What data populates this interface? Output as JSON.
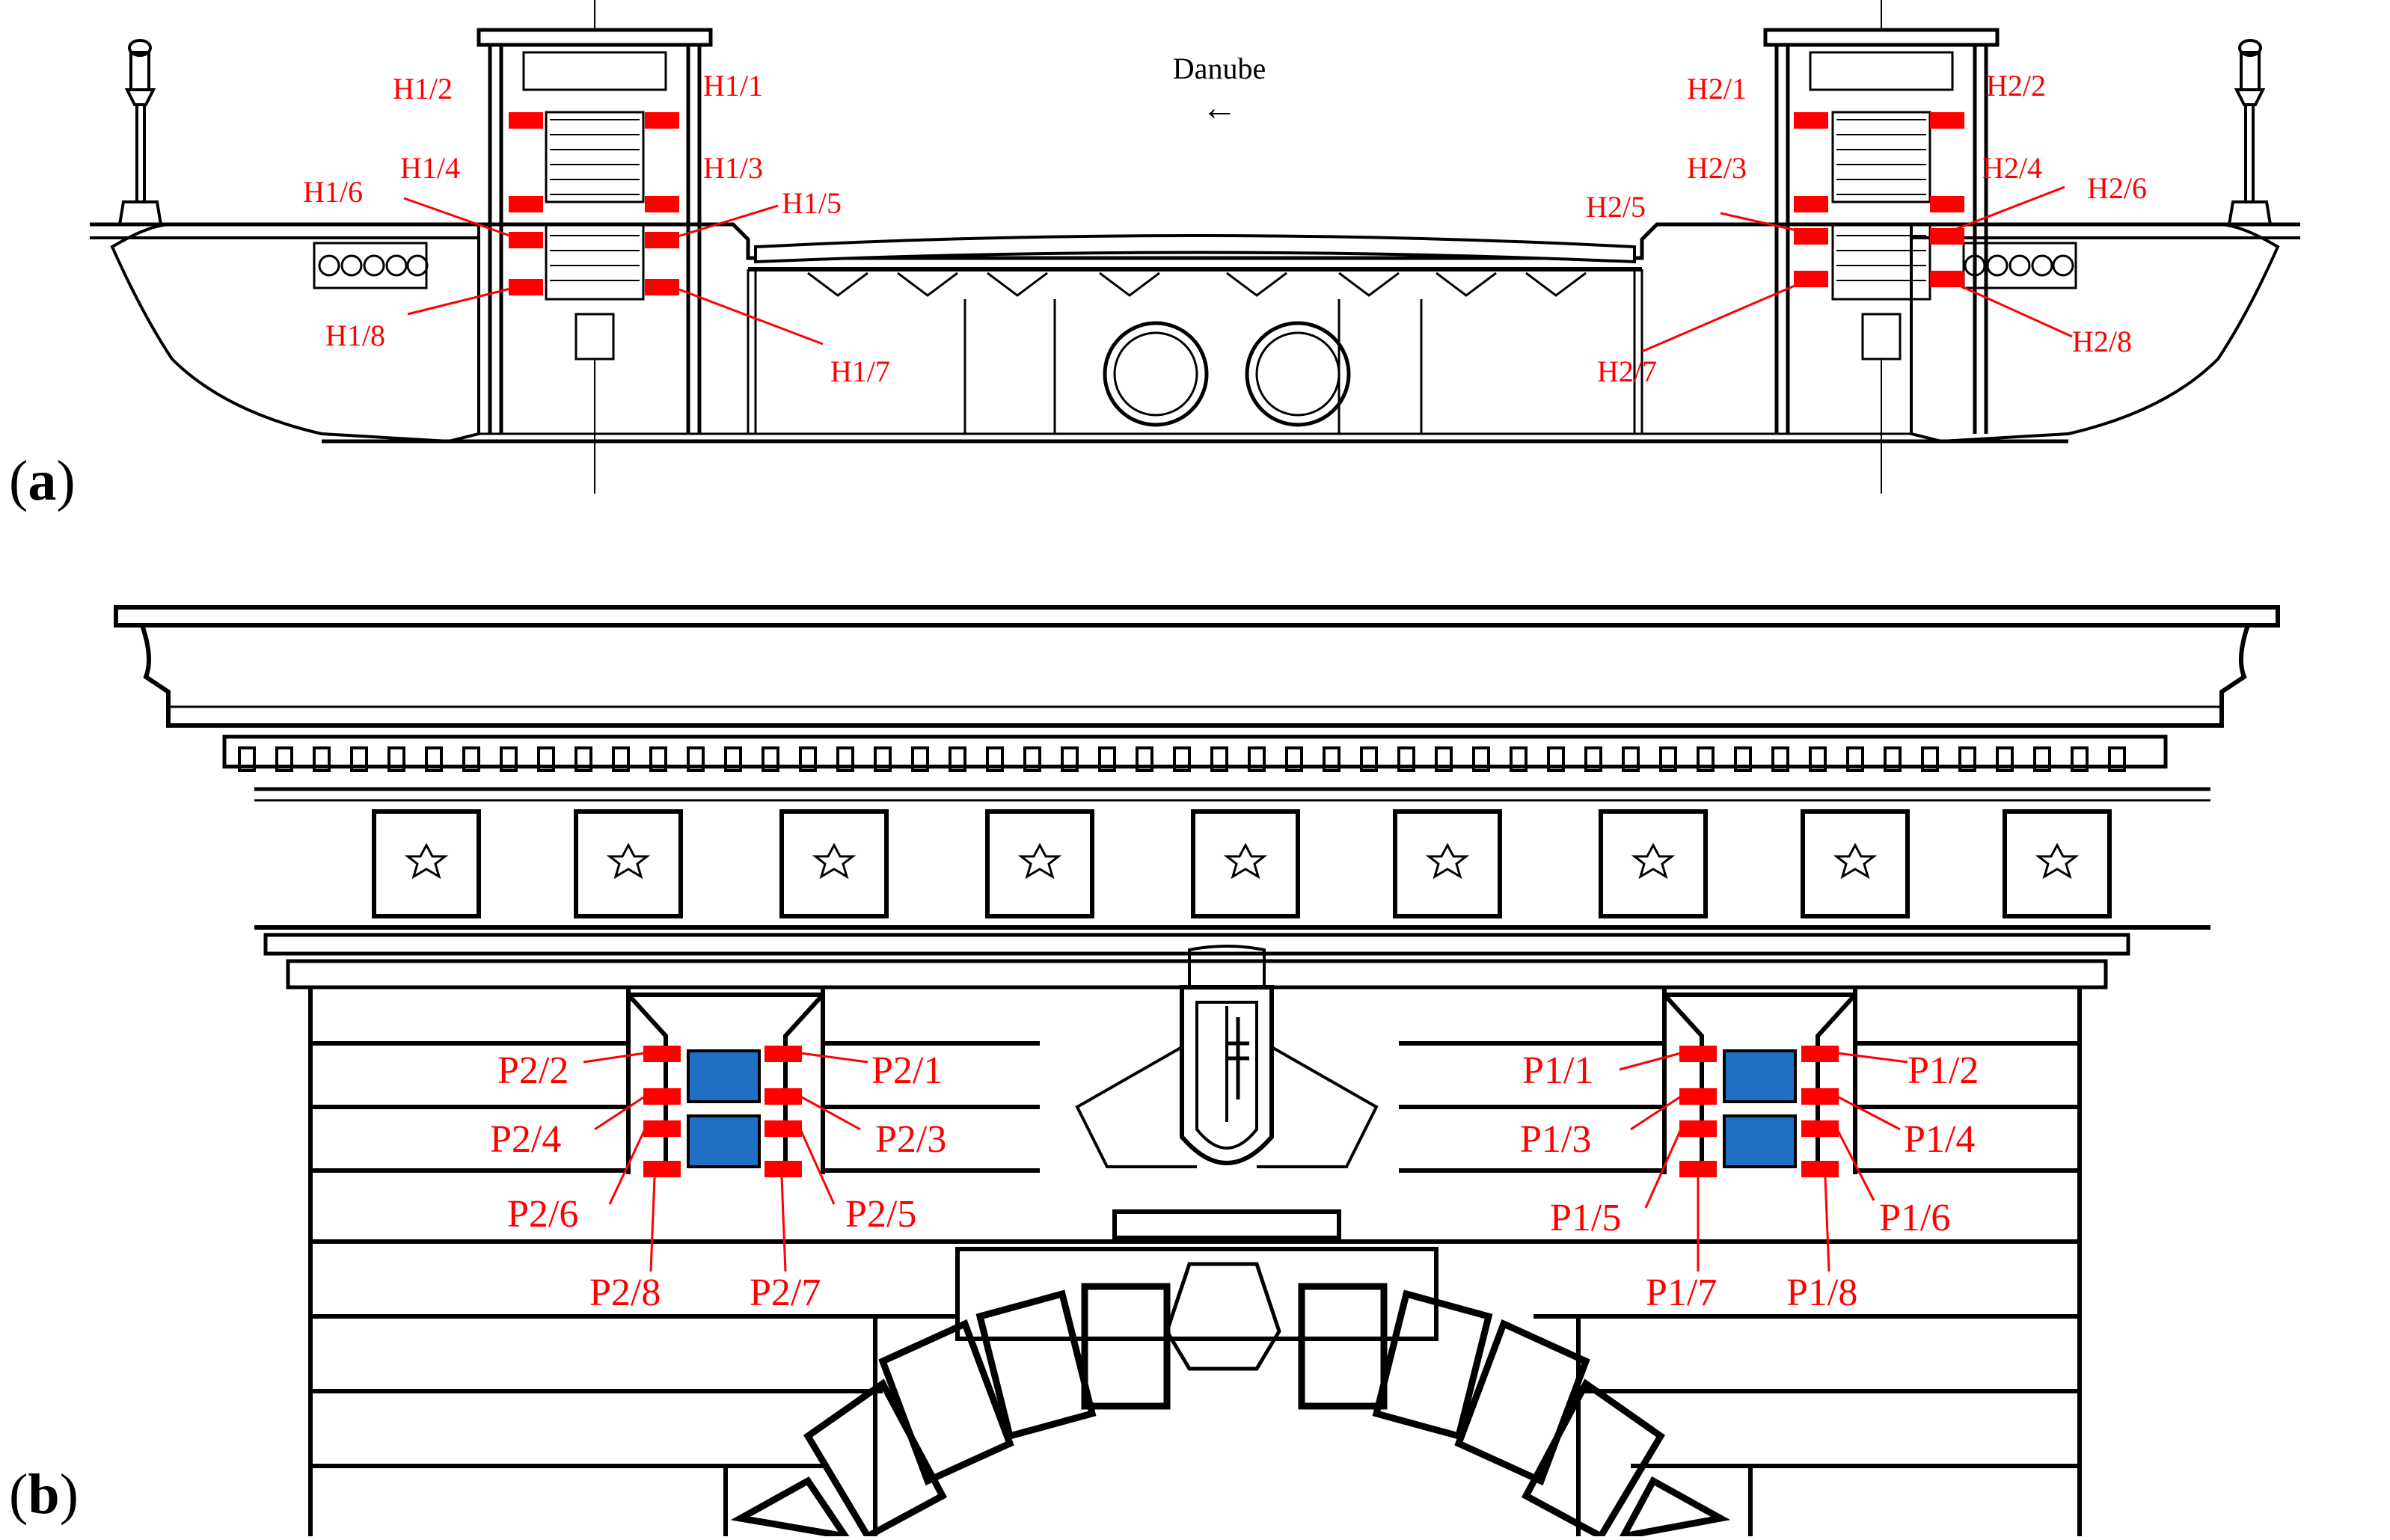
{
  "panel_a": {
    "label_open": "(",
    "label_letter": "a",
    "label_close": ")",
    "river": "Danube",
    "arrow": "←",
    "sensors": {
      "h1_1": "H1/1",
      "h1_2": "H1/2",
      "h1_3": "H1/3",
      "h1_4": "H1/4",
      "h1_5": "H1/5",
      "h1_6": "H1/6",
      "h1_7": "H1/7",
      "h1_8": "H1/8",
      "h2_1": "H2/1",
      "h2_2": "H2/2",
      "h2_3": "H2/3",
      "h2_4": "H2/4",
      "h2_5": "H2/5",
      "h2_6": "H2/6",
      "h2_7": "H2/7",
      "h2_8": "H2/8"
    }
  },
  "panel_b": {
    "label_open": "(",
    "label_letter": "b",
    "label_close": ")",
    "sensors": {
      "p1_1": "P1/1",
      "p1_2": "P1/2",
      "p1_3": "P1/3",
      "p1_4": "P1/4",
      "p1_5": "P1/5",
      "p1_6": "P1/6",
      "p1_7": "P1/7",
      "p1_8": "P1/8",
      "p2_1": "P2/1",
      "p2_2": "P2/2",
      "p2_3": "P2/3",
      "p2_4": "P2/4",
      "p2_5": "P2/5",
      "p2_6": "P2/6",
      "p2_7": "P2/7",
      "p2_8": "P2/8"
    }
  },
  "colors": {
    "sensor": "#ff0000",
    "window": "#1f6fc4",
    "line": "#000000"
  }
}
